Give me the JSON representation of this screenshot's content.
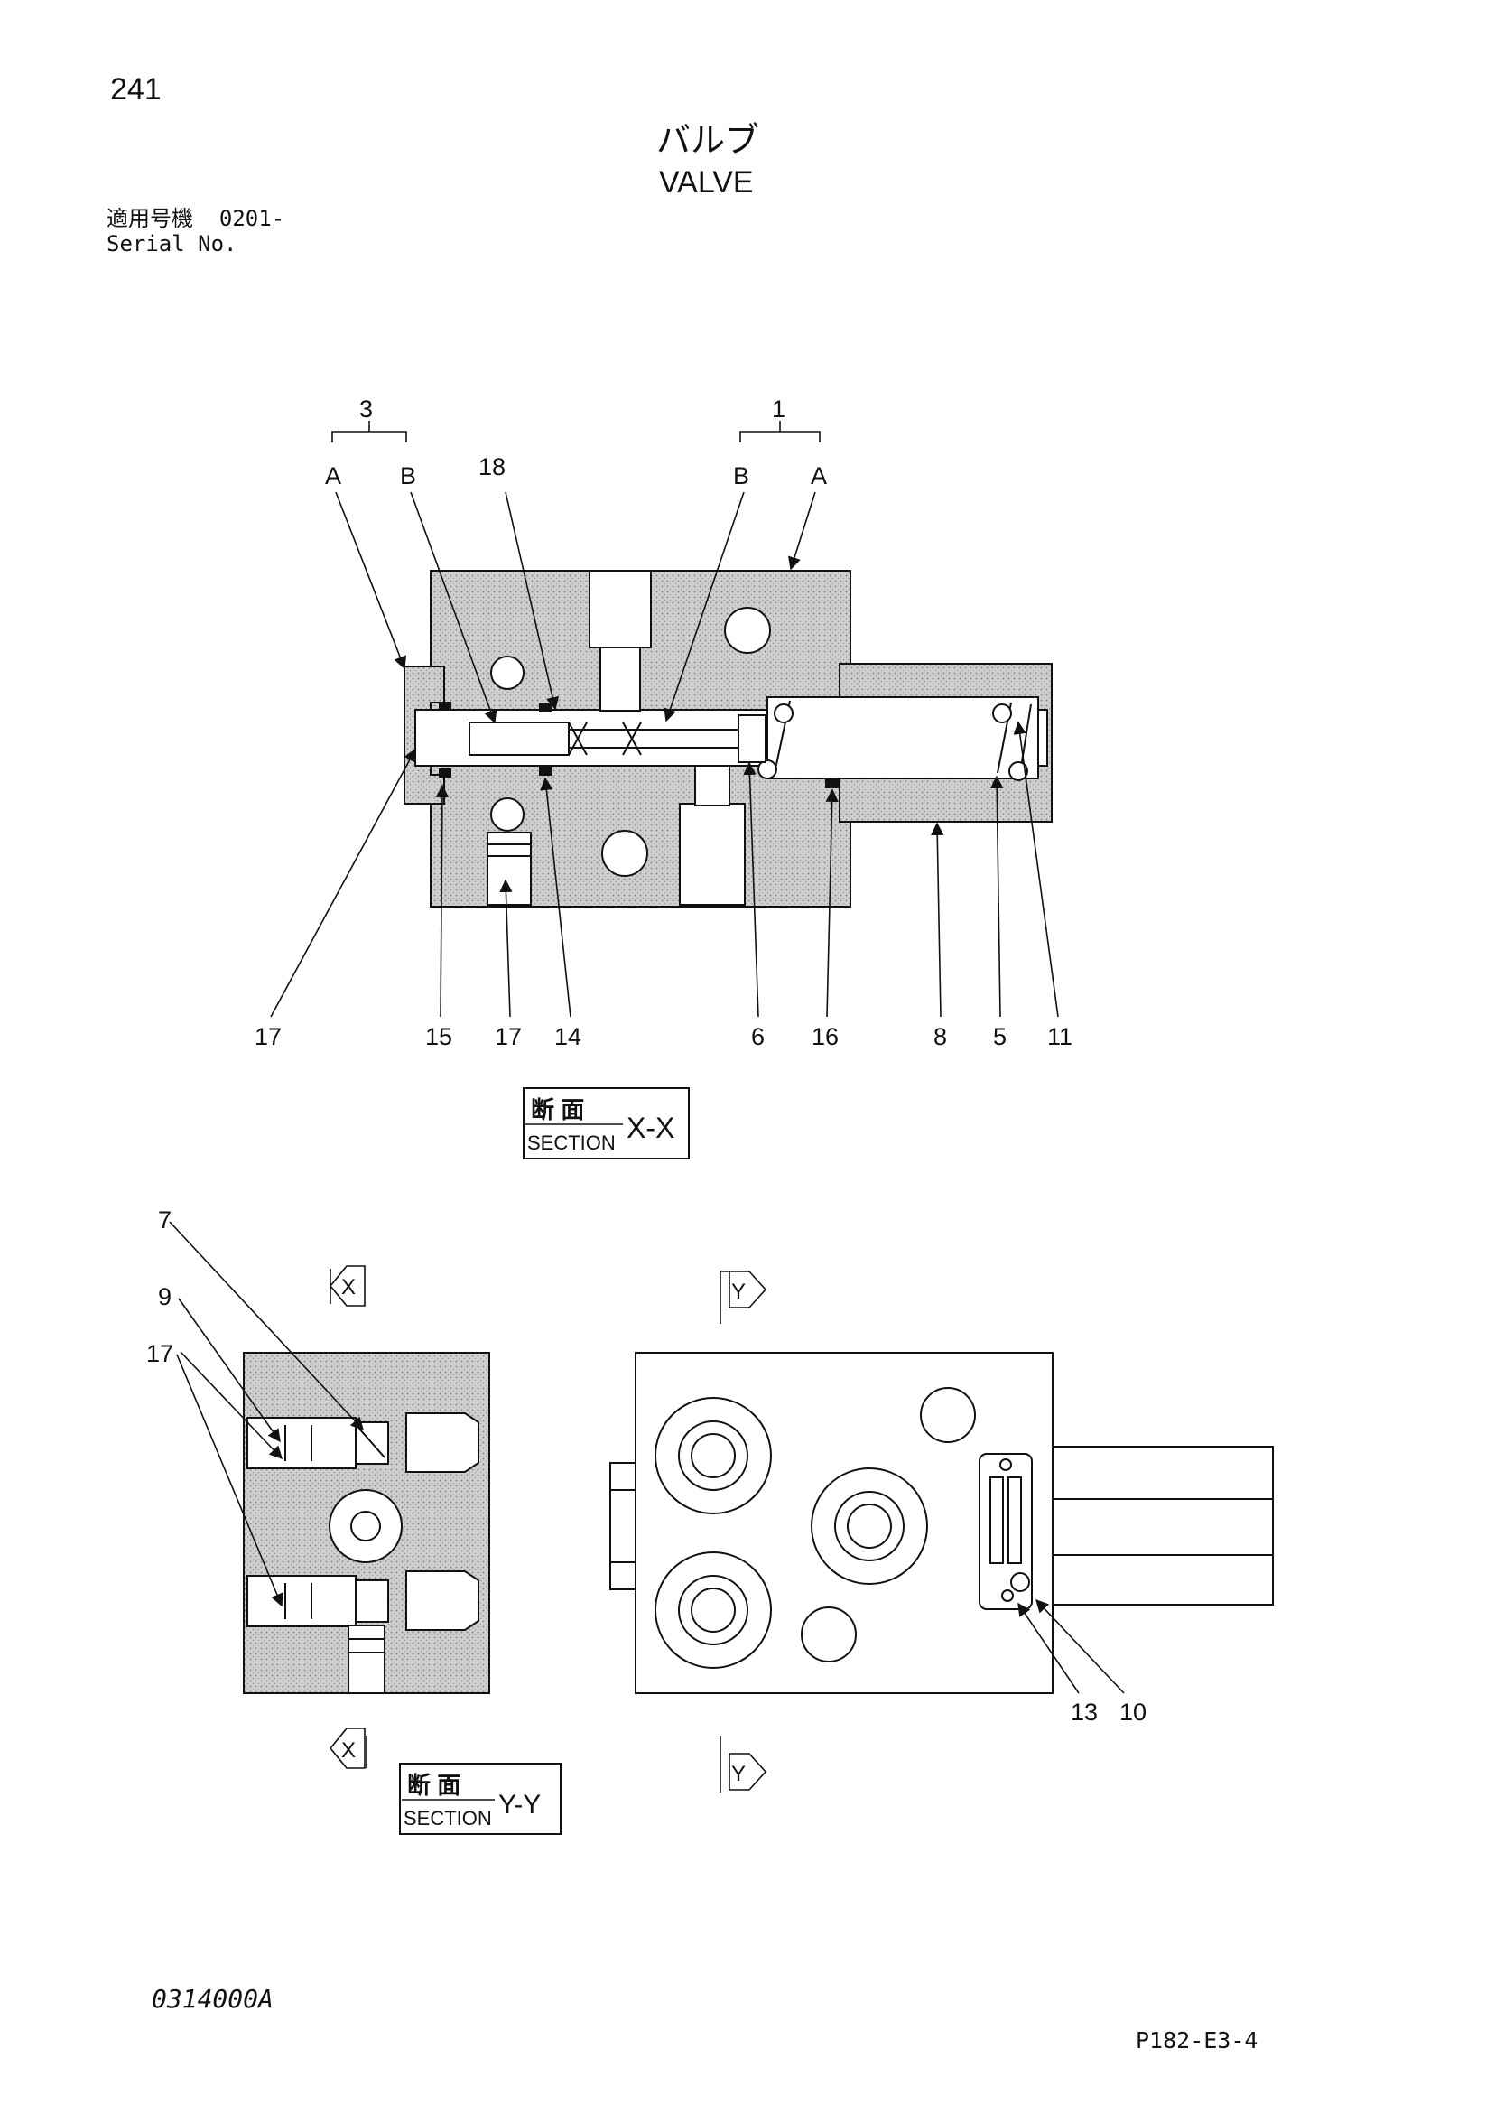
{
  "header": {
    "page_number": "241",
    "title_jp": "バルブ",
    "title_en": "VALVE",
    "serial_label_jp": "適用号機",
    "serial_value": "0201-",
    "serial_label_en": "Serial No."
  },
  "section_xx": {
    "assembly_labels": {
      "group_3": "3",
      "group_1": "1",
      "a": "A",
      "b": "B"
    },
    "callouts_top": [
      "18"
    ],
    "callouts_bottom": [
      "17",
      "15",
      "17",
      "14",
      "6",
      "16",
      "8",
      "5",
      "11"
    ],
    "section_box": {
      "jp": "断 面",
      "en": "SECTION",
      "id": "X-X"
    }
  },
  "section_yy": {
    "callouts": [
      "7",
      "9",
      "17"
    ],
    "cut_markers": {
      "x": "X",
      "y": "Y"
    },
    "section_box": {
      "jp": "断 面",
      "en": "SECTION",
      "id": "Y-Y"
    }
  },
  "top_view": {
    "callouts": [
      "13",
      "10"
    ]
  },
  "footer": {
    "doc_code": "0314000A",
    "page_ref": "P182-E3-4"
  },
  "colors": {
    "ink": "#111111",
    "hatch": "#c8c8c8",
    "paper": "#ffffff"
  }
}
